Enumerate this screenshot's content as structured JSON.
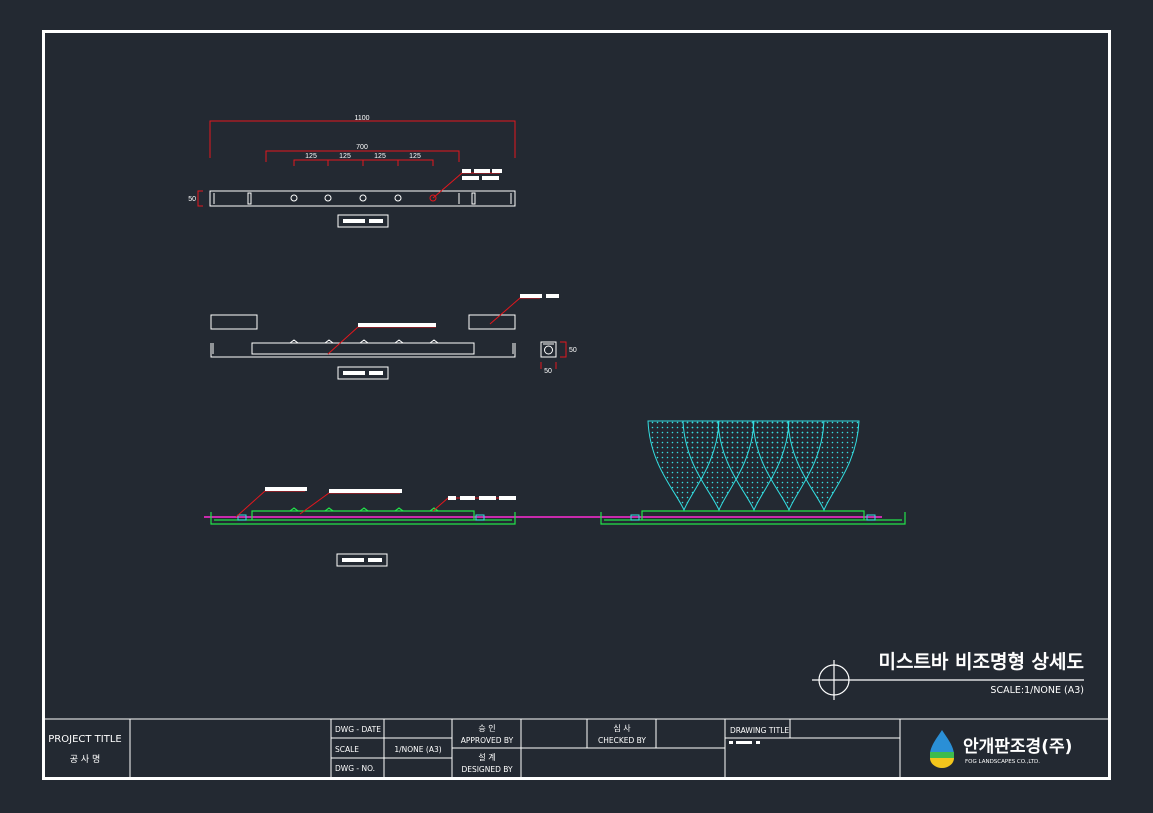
{
  "drawing": {
    "title": "미스트바 비조명형 상세도",
    "scale": "SCALE:1/NONE (A3)"
  },
  "dims": {
    "overall": "1100",
    "inner": "700",
    "spacings": [
      "125",
      "125",
      "125",
      "125"
    ],
    "height": "50",
    "section_w": "50",
    "section_h": "50"
  },
  "title_block": {
    "project_title": "PROJECT TITLE",
    "project_title_kr": "공 사 명",
    "dwg_date_label": "DWG - DATE",
    "scale_label": "SCALE",
    "scale_value": "1/NONE (A3)",
    "dwg_no_label": "DWG - NO.",
    "approved_kr": "승 인",
    "approved_en": "APPROVED BY",
    "designed_kr": "설 계",
    "designed_en": "DESIGNED BY",
    "checked_kr": "심 사",
    "checked_en": "CHECKED BY",
    "drawing_title_label": "DRAWING TITLE",
    "company_kr": "안개판조경(주)",
    "company_en": "FOG LANDSCAPES CO.,LTD."
  },
  "colors": {
    "background": "#232932",
    "frame": "#ffffff",
    "dimension": "#e3171d",
    "pipe": "#22e34a",
    "supply": "#ff2bd6",
    "mist": "#33dde0"
  }
}
